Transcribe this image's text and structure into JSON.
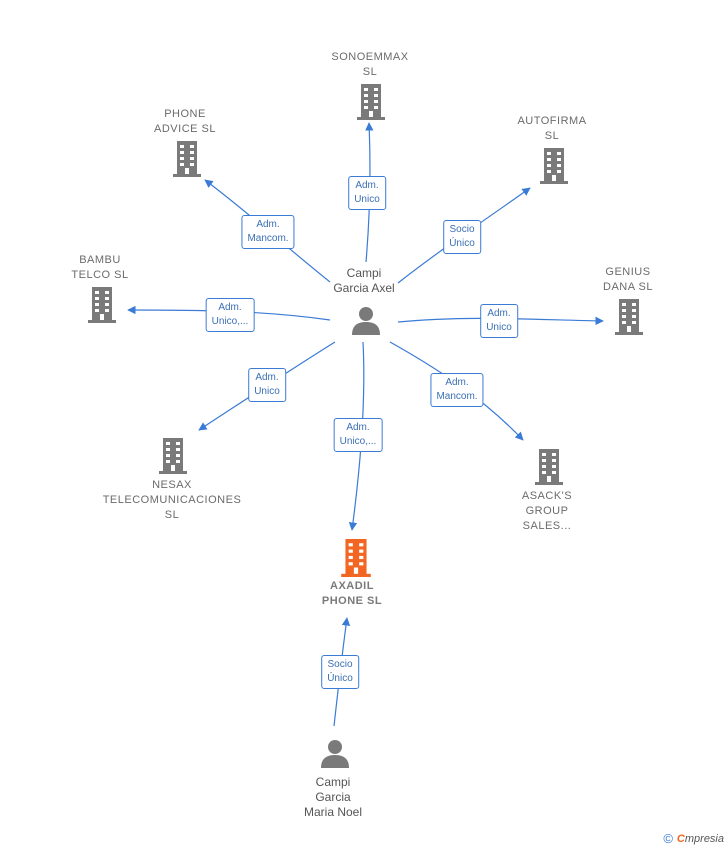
{
  "colors": {
    "edge": "#3a7bd5",
    "building": "#7a7a7a",
    "building_main": "#f26522",
    "person": "#7a7a7a"
  },
  "center": {
    "line1": "Campi",
    "line2": "Garcia Axel"
  },
  "bottom_person": {
    "line1": "Campi",
    "line2": "Garcia",
    "line3": "Maria Noel"
  },
  "main_company": {
    "line1": "AXADIL",
    "line2": "PHONE  SL"
  },
  "companies": [
    {
      "line1": "SONOEMMAX",
      "line2": "SL",
      "line3": ""
    },
    {
      "line1": "PHONE",
      "line2": "ADVICE  SL",
      "line3": ""
    },
    {
      "line1": "AUTOFIRMA",
      "line2": "SL",
      "line3": ""
    },
    {
      "line1": "BAMBU",
      "line2": "TELCO  SL",
      "line3": ""
    },
    {
      "line1": "GENIUS",
      "line2": "DANA  SL",
      "line3": ""
    },
    {
      "line1": "NESAX",
      "line2": "TELECOMUNICACIONES",
      "line3": "SL"
    },
    {
      "line1": "ASACK'S",
      "line2": "GROUP",
      "line3": "SALES..."
    }
  ],
  "edges": [
    {
      "line1": "Adm.",
      "line2": "Unico"
    },
    {
      "line1": "Adm.",
      "line2": "Mancom."
    },
    {
      "line1": "Socio",
      "line2": "Único"
    },
    {
      "line1": "Adm.",
      "line2": "Unico,..."
    },
    {
      "line1": "Adm.",
      "line2": "Unico"
    },
    {
      "line1": "Adm.",
      "line2": "Unico"
    },
    {
      "line1": "Adm.",
      "line2": "Mancom."
    },
    {
      "line1": "Adm.",
      "line2": "Unico,..."
    },
    {
      "line1": "Socio",
      "line2": "Único"
    }
  ],
  "footer": {
    "copyright": "©",
    "brand_first": "C",
    "brand_rest": "mpresia"
  }
}
